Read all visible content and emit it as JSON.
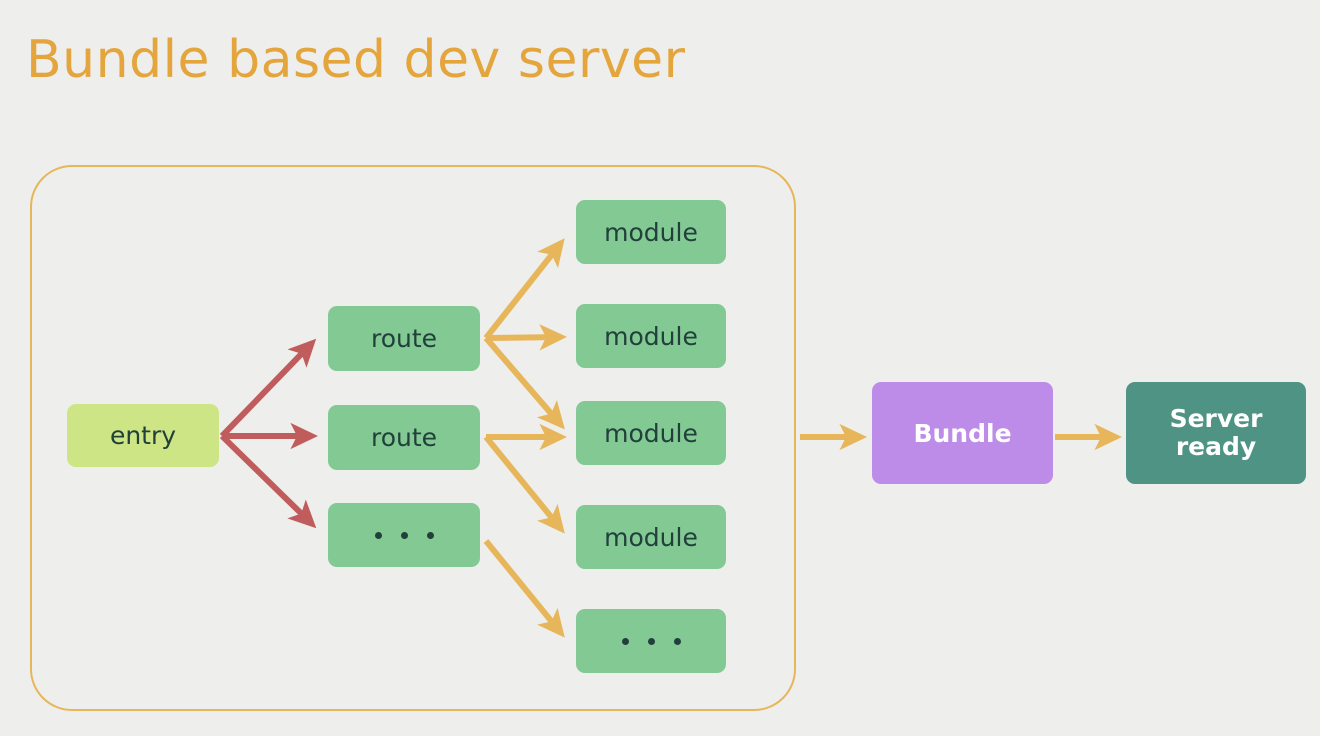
{
  "title": "Bundle based dev server",
  "colors": {
    "background": "#eeeeec",
    "title": "#e3a53c",
    "frame_border": "#e7b65a",
    "entry_fill": "#cde585",
    "node_fill": "#82c994",
    "node_text": "#21403a",
    "bundle_fill": "#bd8ce8",
    "server_fill": "#4e9383",
    "arrow_red": "#c05c5c",
    "arrow_amber": "#e7b65a",
    "white_text": "#ffffff"
  },
  "nodes": {
    "entry": {
      "label": "entry"
    },
    "routes": [
      {
        "label": "route"
      },
      {
        "label": "route"
      },
      {
        "label": "",
        "is_ellipsis": true
      }
    ],
    "modules": [
      {
        "label": "module"
      },
      {
        "label": "module"
      },
      {
        "label": "module"
      },
      {
        "label": "module"
      },
      {
        "label": "",
        "is_ellipsis": true
      }
    ],
    "bundle": {
      "label": "Bundle"
    },
    "server": {
      "line1": "Server",
      "line2": "ready"
    }
  },
  "edges": {
    "entry_to_routes": 3,
    "route1_to_modules": 3,
    "route2_to_modules": 2,
    "route3_to_modules": 1,
    "group_to_bundle": 1,
    "bundle_to_server": 1
  }
}
